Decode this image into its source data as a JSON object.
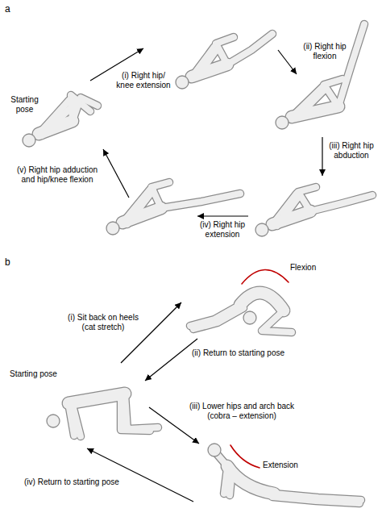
{
  "diagram": {
    "labels": [
      "a",
      "Starting pose",
      "(i) Right hip/ knee extension",
      "(ii) Right hip flexion",
      "(iii) Right hip abduction",
      "(iv) Right hip extension",
      "(v) Right hip adduction and hip/knee flexion",
      "b",
      "(i) Sit back on heels (cat stretch)",
      "Flexion",
      "Starting pose",
      "(ii) Return to starting pose",
      "(iii) Lower hips and arch back (cobra – extension)",
      "Extension",
      "(iv) Return to starting pose"
    ]
  }
}
